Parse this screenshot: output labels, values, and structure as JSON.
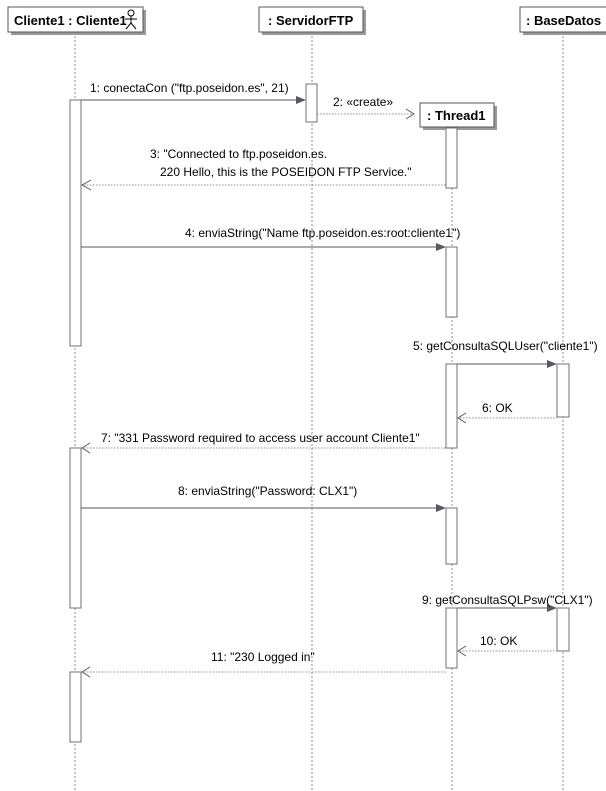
{
  "lifelines": [
    {
      "id": "cliente1",
      "title": "Cliente1 : Cliente1",
      "has_actor_icon": true
    },
    {
      "id": "servidorftp",
      "title": ": ServidorFTP"
    },
    {
      "id": "basedatos",
      "title": ": BaseDatos"
    },
    {
      "id": "thread1",
      "title": ": Thread1"
    }
  ],
  "messages": [
    {
      "id": "m1",
      "label": "1: conectaCon (\"ftp.poseidon.es\", 21)",
      "kind": "call"
    },
    {
      "id": "m2",
      "label": "2: «create»",
      "kind": "create"
    },
    {
      "id": "m3",
      "label_lines": [
        "3: \"Connected to ftp.poseidon.es.",
        "220 Hello, this is the POSEIDON FTP Service.\""
      ],
      "kind": "return"
    },
    {
      "id": "m4",
      "label": "4: enviaString(\"Name ftp.poseidon.es:root:cliente1\")",
      "kind": "call"
    },
    {
      "id": "m5",
      "label": "5: getConsultaSQLUser(\"cliente1\")",
      "kind": "call"
    },
    {
      "id": "m6",
      "label": "6: OK",
      "kind": "return"
    },
    {
      "id": "m7",
      "label": "7: \"331 Password required to access user account Cliente1\"",
      "kind": "return"
    },
    {
      "id": "m8",
      "label": "8: enviaString(\"Password: CLX1\")",
      "kind": "call"
    },
    {
      "id": "m9",
      "label": "9: getConsultaSQLPsw(\"CLX1\")",
      "kind": "call"
    },
    {
      "id": "m10",
      "label": "10: OK",
      "kind": "return"
    },
    {
      "id": "m11",
      "label": "11: \"230 Logged in\"",
      "kind": "return"
    }
  ]
}
